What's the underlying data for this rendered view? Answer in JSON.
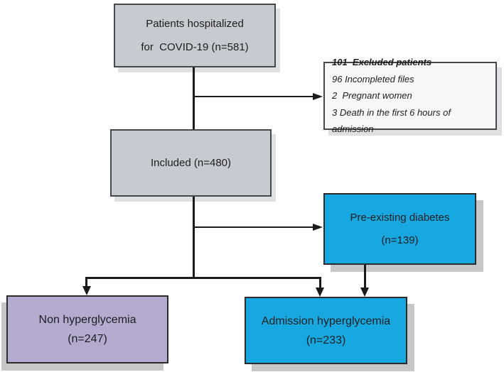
{
  "flowchart": {
    "nodes": {
      "hospitalized": {
        "line1": "Patients hospitalized",
        "line2": "for  COVID-19 (n=581)"
      },
      "excluded": {
        "line1": "101  Excluded patients",
        "line2": "96 Incompleted files",
        "line3": "2  Pregnant women",
        "line4": "3 Death in the first 6 hours of admission"
      },
      "included": {
        "line1": "Included (n=480)"
      },
      "diabetes": {
        "line1": "Pre-existing diabetes",
        "line2": "(n=139)"
      },
      "non_hyperglycemia": {
        "line1": "Non hyperglycemia",
        "line2": "(n=247)"
      },
      "admission_hyperglycemia": {
        "line1": "Admission hyperglycemia",
        "line2": "(n=233)"
      }
    },
    "colors": {
      "background": "#ffffff",
      "text": "#1d1d1d",
      "box_gray": "#c7cbd1",
      "box_cyan": "#18a8e1",
      "box_purple": "#b5abd0",
      "box_excluded_bg": "#f8f8f8",
      "border_dark": "#2b2b2b",
      "border_gray_box": "#45494e",
      "connector": "#1a1a1a",
      "shadow_dark": "#c6c7c9",
      "shadow_light": "#dfe0e2"
    }
  }
}
